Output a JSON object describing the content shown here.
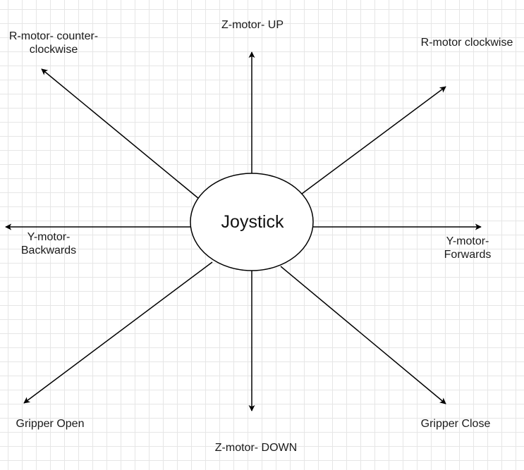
{
  "center": {
    "label": "Joystick"
  },
  "arrows": {
    "up": "Z-motor- UP",
    "down": "Z-motor- DOWN",
    "up_left_line1": "R-motor- counter-",
    "up_left_line2": "clockwise",
    "up_right": "R-motor clockwise",
    "left_line1": "Y-motor-",
    "left_line2": "Backwards",
    "right_line1": "Y-motor-",
    "right_line2": "Forwards",
    "down_left": "Gripper Open",
    "down_right": "Gripper Close"
  },
  "colors": {
    "stroke": "#000000",
    "grid": "#e6e6e6",
    "background": "#ffffff"
  }
}
